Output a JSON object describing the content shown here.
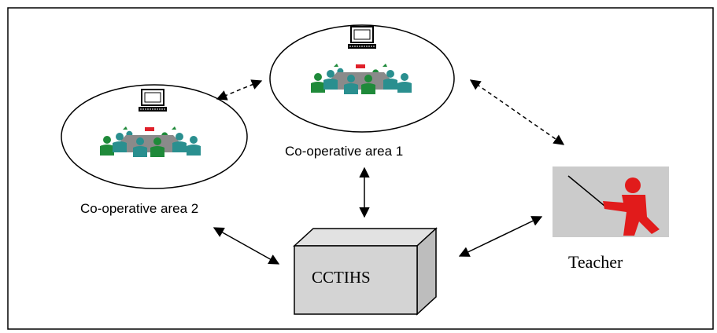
{
  "diagram": {
    "areas": [
      {
        "id": "area1",
        "label": "Co-operative area  1"
      },
      {
        "id": "area2",
        "label": "Co-operative area  2"
      }
    ],
    "server": {
      "label": "CCTIHS"
    },
    "teacher": {
      "label": "Teacher"
    },
    "links": [
      {
        "from": "area2",
        "to": "area1",
        "style": "dashed"
      },
      {
        "from": "area1",
        "to": "teacher",
        "style": "dashed"
      },
      {
        "from": "area1",
        "to": "server",
        "style": "solid"
      },
      {
        "from": "area2",
        "to": "server",
        "style": "solid"
      },
      {
        "from": "teacher",
        "to": "server",
        "style": "solid"
      }
    ],
    "colors": {
      "frame": "#000000",
      "table": "#8a8a8a",
      "student_green": "#1f8a3a",
      "student_teal": "#2a8f8f",
      "highlight_red": "#e0202a",
      "teacher_bg": "#cbcbcb",
      "teacher_figure": "#e11b1b",
      "box_face": "#d4d4d4"
    }
  }
}
